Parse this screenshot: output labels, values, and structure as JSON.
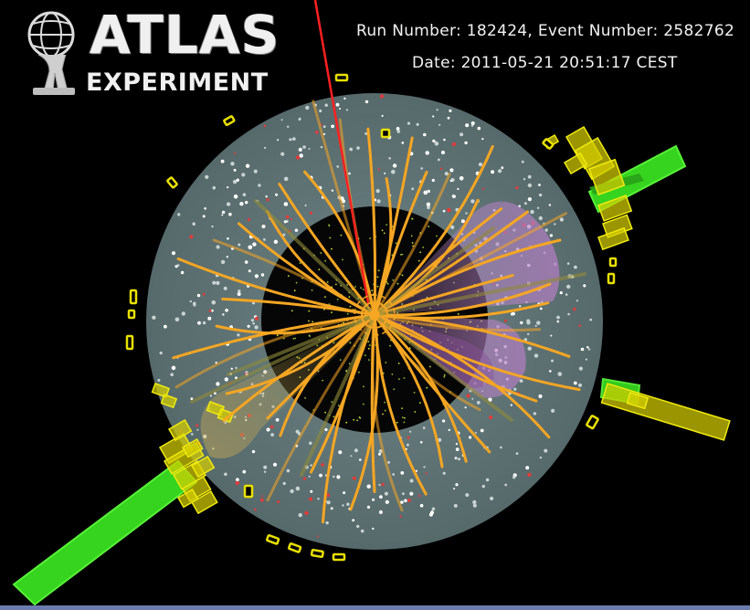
{
  "logo": {
    "word1": "ATLAS",
    "word2": "EXPERIMENT",
    "icon": "atlas-figure-globe-icon"
  },
  "event": {
    "run_line": "Run Number: 182424, Event Number: 2582762",
    "date_line": "Date: 2011-05-21 20:51:17 CEST"
  },
  "colors": {
    "background": "#000000",
    "calorimeter": "#5c7274",
    "inner_detector": "#050505",
    "tracks": "#f5a623",
    "hit_boxes": "#e8e000",
    "muon_chambers": "#39e020",
    "missing_et": "#ff2020",
    "jet_cones": "#9a63a6"
  }
}
